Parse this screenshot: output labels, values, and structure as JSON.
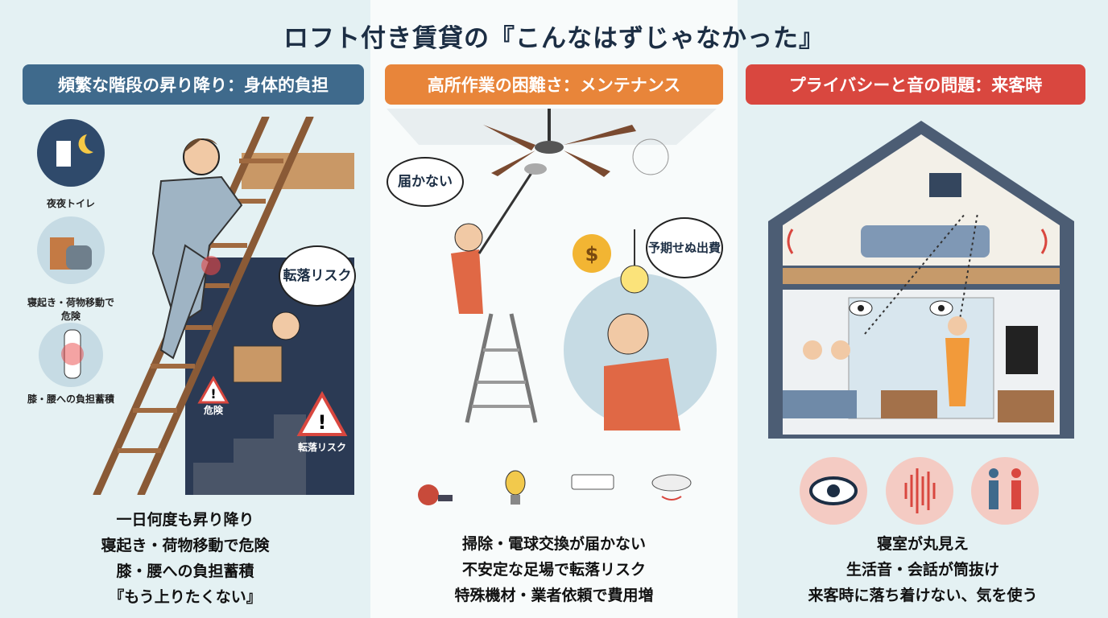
{
  "title": "ロフト付き賃貸の『こんなはずじゃなかった』",
  "colors": {
    "navy": "#1c2e44",
    "blue": "#3f6a8c",
    "orange": "#e8853a",
    "red": "#d9473f"
  },
  "panels": [
    {
      "heading": "頻繁な階段の昇り降り：身体的負担",
      "icons": [
        {
          "icon": "toilet-moon-icon",
          "label": "夜夜トイレ"
        },
        {
          "icon": "bags-icon",
          "label": "寝起き・荷物移動で危険"
        },
        {
          "icon": "knee-joint-icon",
          "label": "膝・腰への負担蓄積"
        }
      ],
      "bubble": "転落リスク",
      "warnings": [
        "危険",
        "転落リスク"
      ],
      "lines": [
        "一日何度も昇り降り",
        "寝起き・荷物移動で危険",
        "膝・腰への負担蓄積",
        "『もう上りたくない』"
      ]
    },
    {
      "heading": "高所作業の困難さ：メンテナンス",
      "bubbles": [
        "届かない",
        "予期せぬ出費"
      ],
      "icons": [
        "vacuum-cleaner-icon",
        "light-bulb-icon",
        "air-conditioner-icon",
        "smoke-detector-icon"
      ],
      "lines": [
        "掃除・電球交換が届かない",
        "不安定な足場で転落リスク",
        "特殊機材・業者依頼で費用増"
      ]
    },
    {
      "heading": "プライバシーと音の問題：来客時",
      "icons": [
        "eye-icon",
        "sound-wave-icon",
        "restroom-people-icon"
      ],
      "lines": [
        "寝室が丸見え",
        "生活音・会話が筒抜け",
        "来客時に落ち着けない、気を使う"
      ]
    }
  ]
}
